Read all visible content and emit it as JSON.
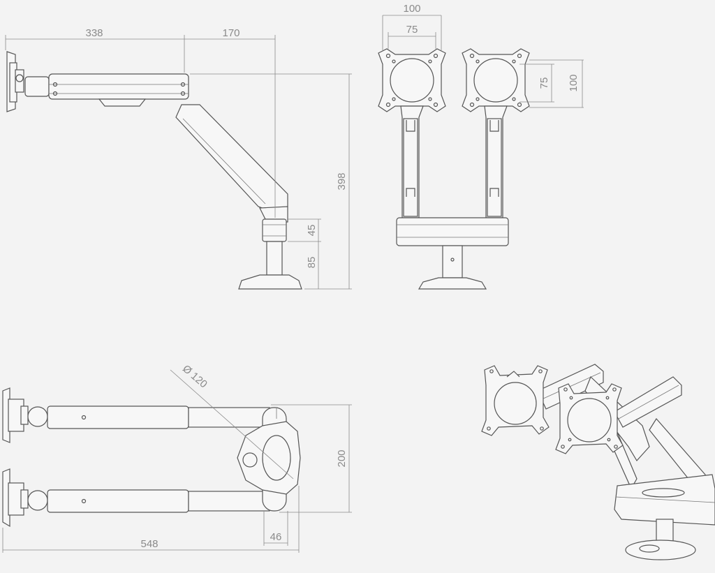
{
  "dimensions": {
    "side_depth_back": "338",
    "side_depth_front": "170",
    "side_height_total": "398",
    "side_collar": "45",
    "side_pole": "85",
    "vesa_outer_width": "100",
    "vesa_inner_width": "75",
    "vesa_inner_height": "75",
    "vesa_outer_height": "100",
    "top_base_diameter": "Ø 120",
    "top_spacing": "200",
    "top_offset": "46",
    "top_total_width": "548"
  },
  "colors": {
    "background": "#f3f3f3",
    "line": "#555555",
    "dimension": "#8a8a8a"
  }
}
